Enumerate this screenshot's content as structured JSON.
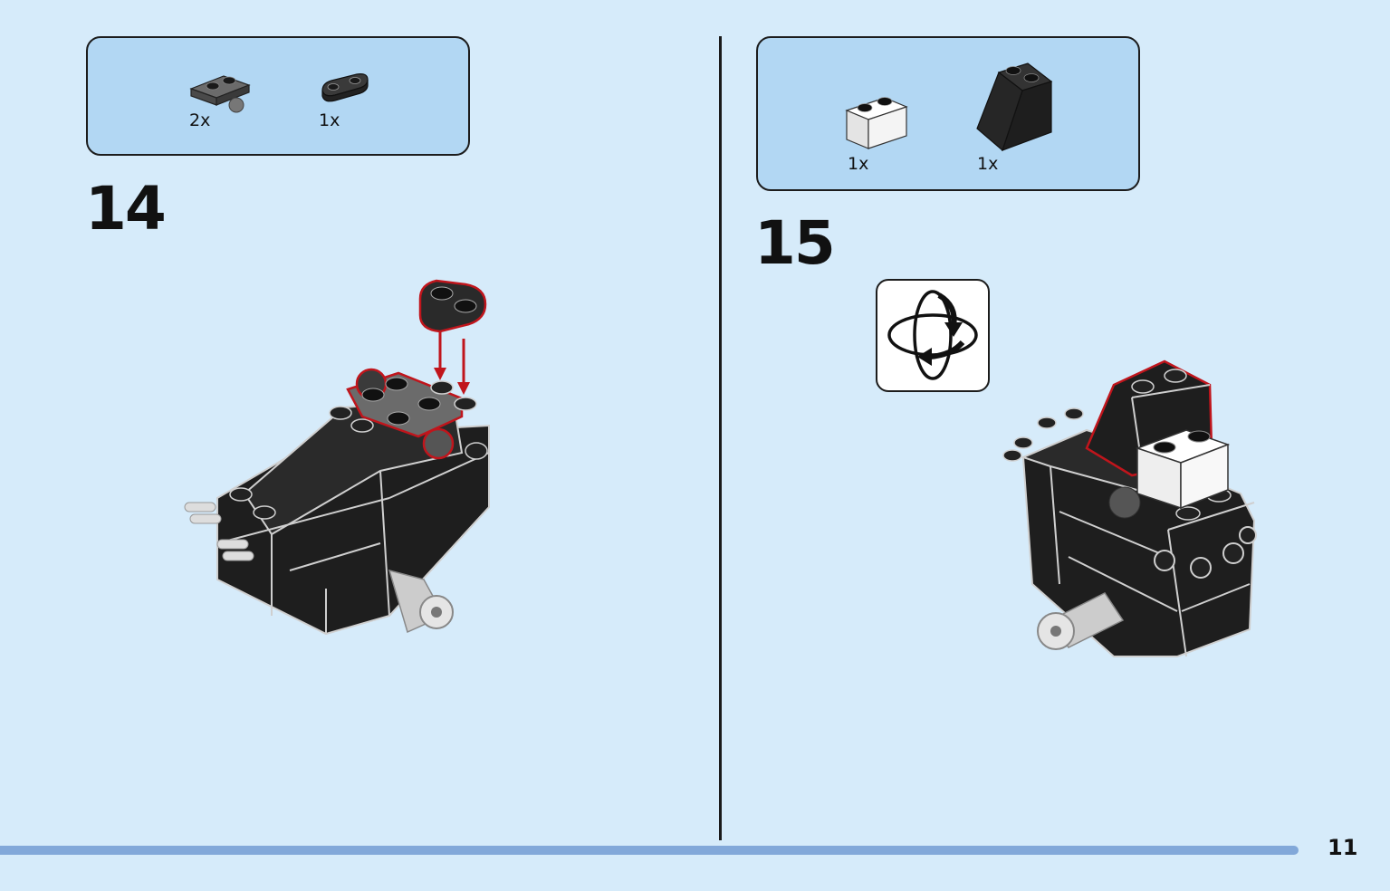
{
  "page_number": "11",
  "steps": [
    {
      "number": "14",
      "parts": [
        {
          "quantity": "2x",
          "icon": "plate-1x2-with-ball-icon",
          "color": "#4a4a4a"
        },
        {
          "quantity": "1x",
          "icon": "plate-1x2-rounded-icon",
          "color": "#2a2a2a"
        }
      ]
    },
    {
      "number": "15",
      "parts": [
        {
          "quantity": "1x",
          "icon": "brick-1x2-white-icon",
          "color": "#ffffff"
        },
        {
          "quantity": "1x",
          "icon": "slope-brick-black-icon",
          "color": "#1e1e1e"
        }
      ],
      "rotate_icon": "rotate-model-icon"
    }
  ],
  "colors": {
    "page_background": "#d6ebfa",
    "parts_box": "#b2d7f3",
    "highlight_outline": "#c0151c",
    "footer_bar": "#82a8d9"
  }
}
